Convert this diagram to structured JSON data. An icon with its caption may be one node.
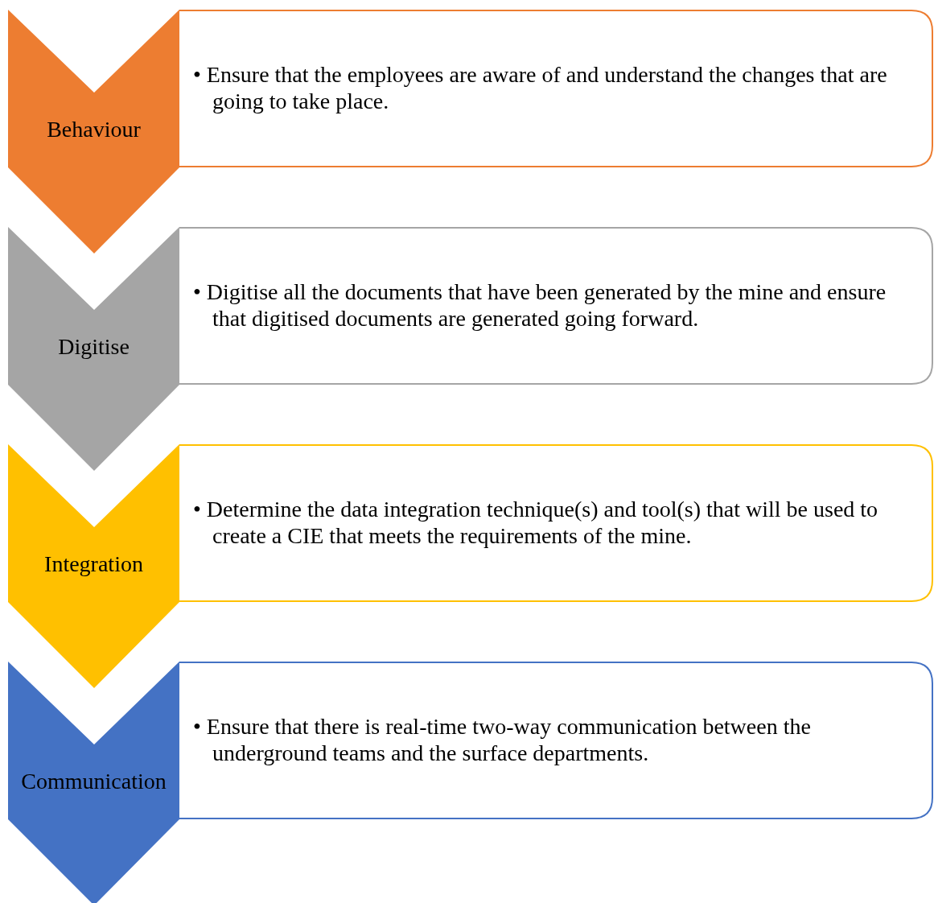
{
  "diagram": {
    "nodes": [
      {
        "text": [
          "Behaviour"
        ]
      },
      {
        "text": [
          "• Ensure that the employees are aware of and understand the changes that are going to take place."
        ]
      },
      {
        "text": [
          "Digitise"
        ]
      },
      {
        "text": [
          "• Digitise all the documents that have been generated by the mine and ensure that digitised documents are generated going forward."
        ]
      },
      {
        "text": [
          "Integration"
        ]
      },
      {
        "text": [
          "• Determine the data integration technique(s) and tool(s) that will be used to create a CIE that meets the requirements of the mine."
        ]
      },
      {
        "text": [
          "Communication"
        ]
      },
      {
        "text": [
          "• Ensure that there is real-time two-way communication between the underground teams and the surface departments."
        ]
      }
    ]
  }
}
